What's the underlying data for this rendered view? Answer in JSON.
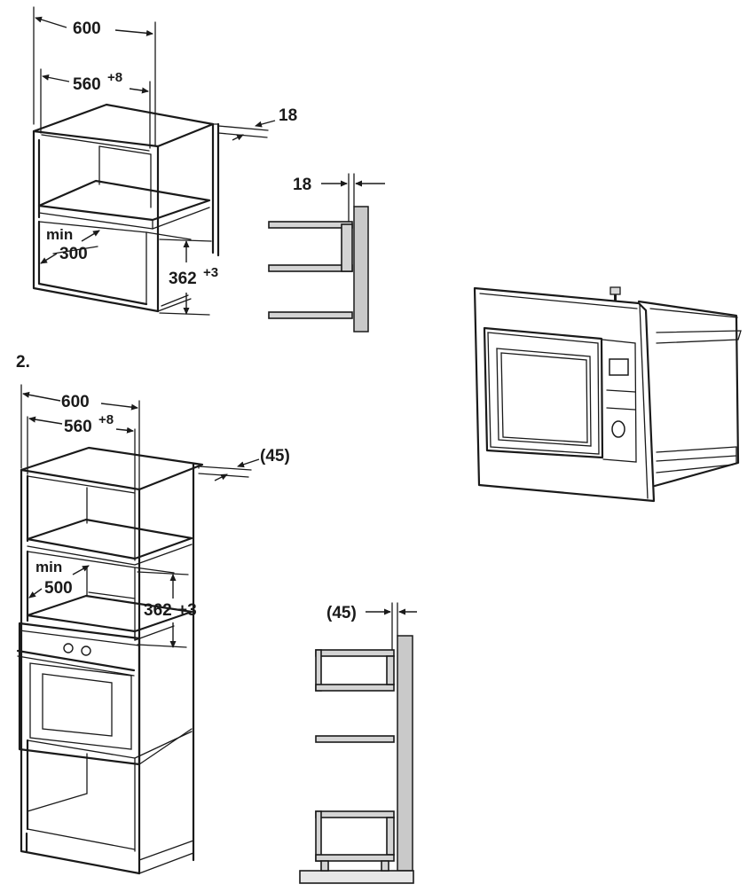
{
  "section_label": "2.",
  "diagram1": {
    "width": "600",
    "inner_width": "560",
    "inner_width_tol": "+8",
    "thickness": "18",
    "min_label": "min",
    "depth": "300",
    "height": "362",
    "height_tol": "+3",
    "side_thickness": "18"
  },
  "diagram2": {
    "width": "600",
    "inner_width": "560",
    "inner_width_tol": "+8",
    "thickness": "(45)",
    "min_label": "min",
    "depth": "500",
    "height": "362",
    "height_tol": "+3",
    "side_thickness": "(45)"
  }
}
